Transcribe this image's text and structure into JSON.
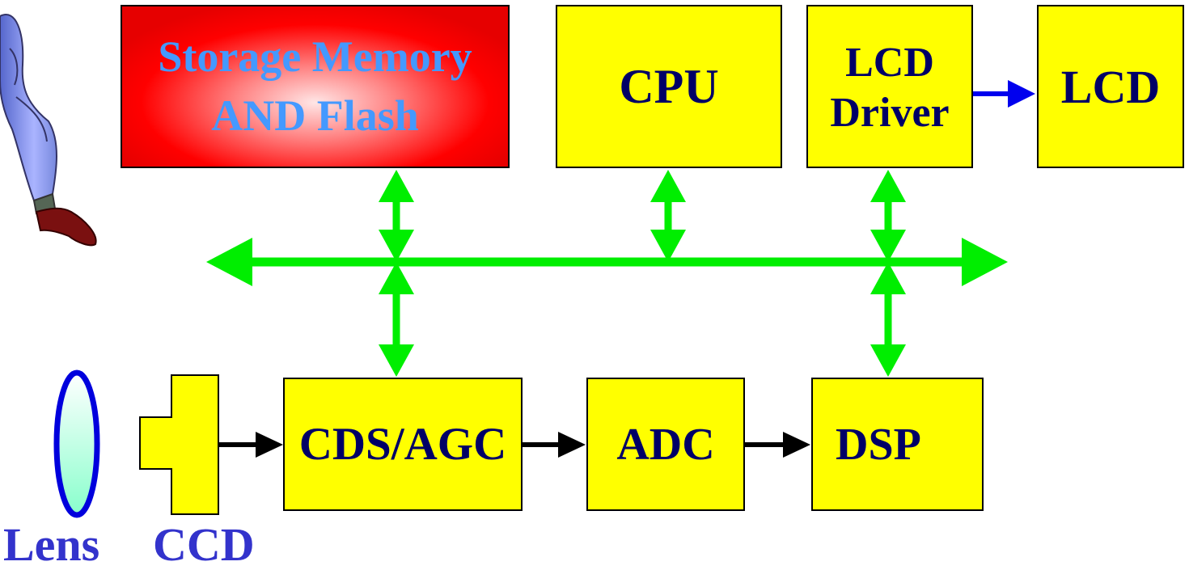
{
  "blocks": {
    "storage": {
      "line1": "Storage Memory",
      "line2": "AND Flash"
    },
    "cpu": "CPU",
    "lcd_driver": {
      "line1": "LCD",
      "line2": "Driver"
    },
    "lcd": "LCD",
    "cds_agc": "CDS/AGC",
    "adc": "ADC",
    "dsp": "DSP"
  },
  "labels": {
    "lens": "Lens",
    "ccd": "CCD"
  },
  "colors": {
    "block_fill": "#ffff00",
    "storage_fill": "#ff0000",
    "storage_text": "#4499ff",
    "block_text": "#000066",
    "bus": "#00ee00",
    "signal_arrow": "#000000",
    "lcd_arrow": "#0000ee",
    "label_text": "#3333cc",
    "lens_outline": "#0000dd"
  },
  "icons": {
    "person": "person-leg-icon",
    "lens": "lens-icon",
    "ccd": "ccd-sensor-icon"
  }
}
